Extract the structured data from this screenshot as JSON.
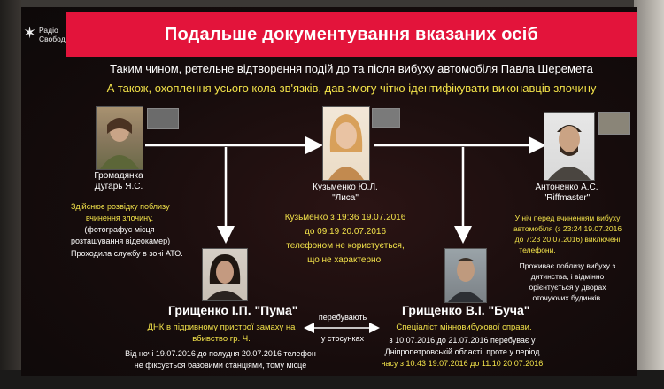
{
  "logo": {
    "text": "Радіо\nСвобода"
  },
  "title": "Подальше документування вказаних осіб",
  "subtitle_1": "Таким чином, ретельне відтворення подій до та після вибуху автомобіля Павла Шеремета",
  "subtitle_2": "А також, охоплення усього кола зв'язків, дав змогу чітко ідентифікувати виконавців злочину",
  "people": {
    "dugar": {
      "label_1": "Громадянка",
      "label_2": "Дугарь Я.С.",
      "desc_yellow_1": "Здійснює розвідку поблизу",
      "desc_yellow_2": "вчинення злочину.",
      "desc_white_1": "(фотографує місця",
      "desc_white_2": "розташування відеокамер)",
      "desc_white_3": "Проходила службу в зоні АТО."
    },
    "kuzmenko": {
      "label_1": "Кузьменко Ю.Л.",
      "label_2": "\"Лиса\"",
      "desc_1": "Кузьменко з 19:36 19.07.2016",
      "desc_2": "до 09:19 20.07.2016",
      "desc_3": "телефоном не користується,",
      "desc_4": "що не характерно."
    },
    "antonenko": {
      "label_1": "Антоненко А.С.",
      "label_2": "\"Riffmaster\"",
      "desc_yellow_1": "У ніч перед вчиненням вибуху",
      "desc_yellow_2": "автомобіля (з 23:24 19.07.2016",
      "desc_yellow_3": "до 7:23 20.07.2016) виключені",
      "desc_yellow_4": "телефони.",
      "desc_white_1": "Проживає поблизу вибуху з",
      "desc_white_2": "дитинства, і відмінно",
      "desc_white_3": "орієнтується у дворах",
      "desc_white_4": "оточуючих будинків."
    },
    "puma": {
      "name": "Грищенко І.П. \"Пума\"",
      "desc_yellow_1": "ДНК в підривному пристрої замаху на",
      "desc_yellow_2": "вбивство гр. Ч.",
      "desc_white_1": "Від ночі 19.07.2016 до полудня 20.07.2016 телефон",
      "desc_white_2": "не фіксується базовими станціями, тому місце"
    },
    "bucha": {
      "name": "Грищенко В.І. \"Буча\"",
      "desc_yellow_1": "Спеціаліст мінновибухової справи.",
      "desc_white_1": "з 10.07.2016 до 21.07.2016 перебуває у",
      "desc_white_2": "Дніпропетровській області, проте у період",
      "desc_white_3": "часу з 10:43 19.07.2016 до 11:10 20.07.2016"
    }
  },
  "relation": {
    "line_1": "перебувають",
    "line_2": "у стосунках"
  },
  "colors": {
    "title_bar": "#e3143b",
    "highlight": "#f3e34a",
    "text": "#ffffff"
  }
}
